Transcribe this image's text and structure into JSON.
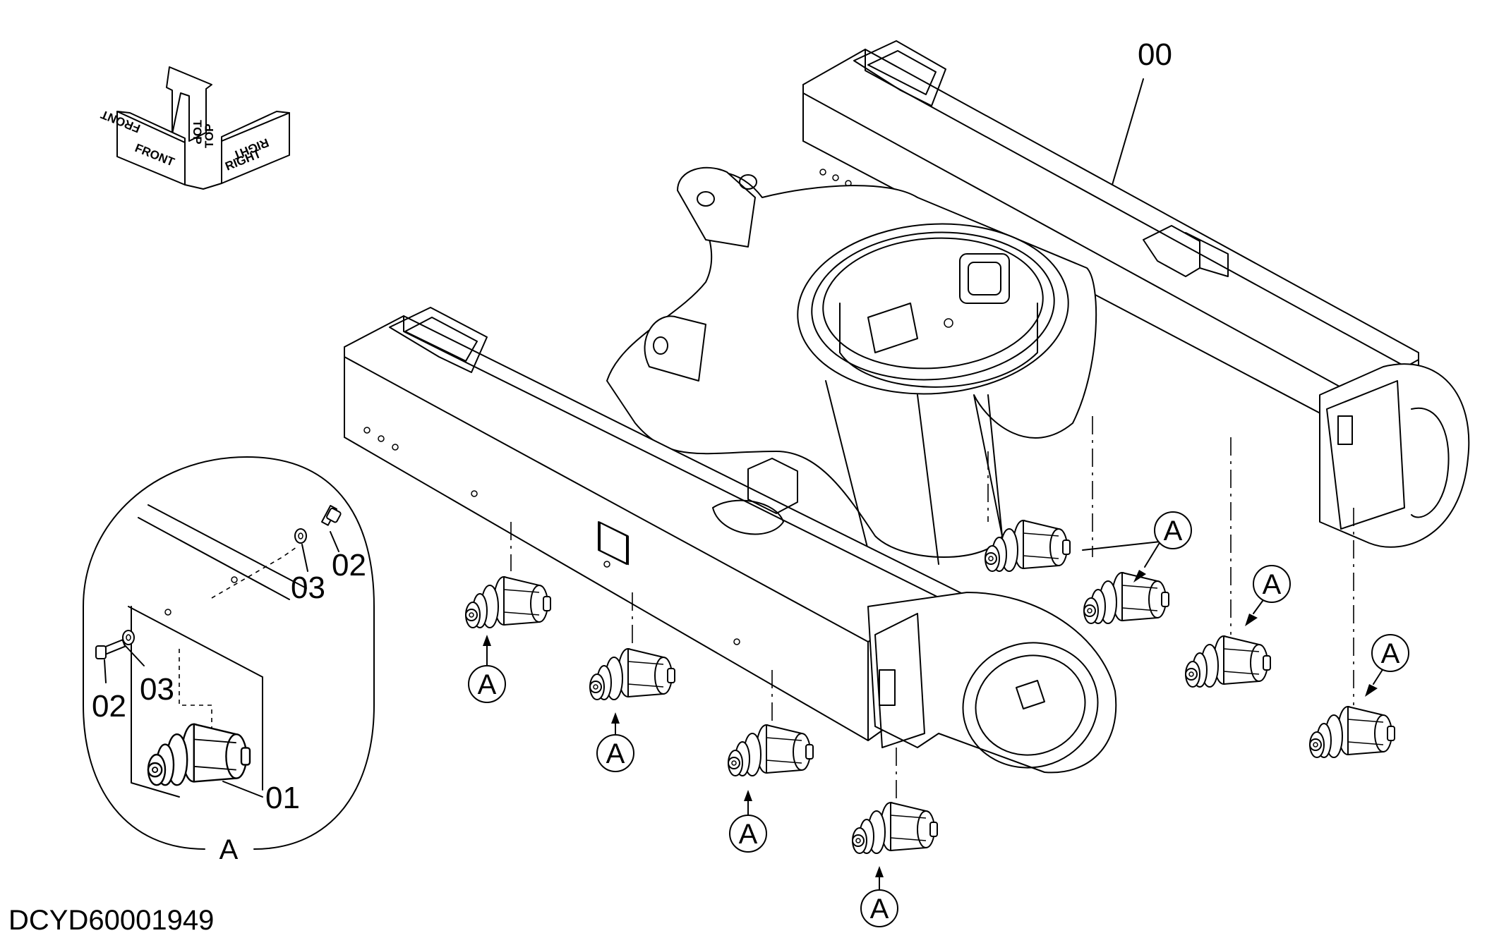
{
  "drawing_number": "DCYD60001949",
  "orientation_labels": {
    "front": "FRONT",
    "top": "TOP",
    "right": "RIGHT"
  },
  "callouts": {
    "main_frame": "00",
    "roller": "01",
    "bolt": "02",
    "washer": "03"
  },
  "detail_view_label": "A",
  "detail_refs": [
    "A",
    "A",
    "A",
    "A",
    "A",
    "A",
    "A"
  ]
}
